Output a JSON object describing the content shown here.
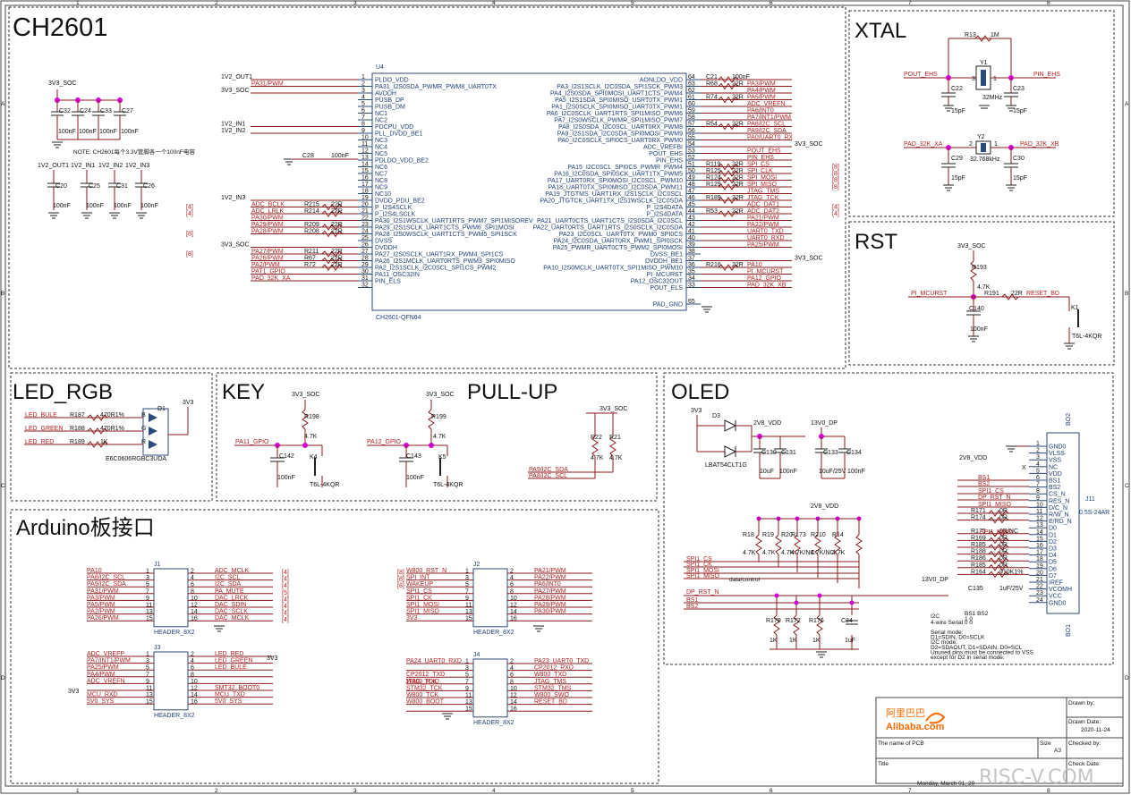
{
  "sections": {
    "ch2601": "CH2601",
    "xtal": "XTAL",
    "rst": "RST",
    "led": "LED_RGB",
    "key": "KEY",
    "pullup": "PULL-UP",
    "oled": "OLED",
    "arduino": "Arduino板接口"
  },
  "u4": {
    "ref": "U4",
    "part": "CH2601-QFN64",
    "left_pins": [
      {
        "n": "1",
        "name": "PLDO_VDD"
      },
      {
        "n": "2",
        "name": "PA31_I2S0SDA_PWMR_PWM8_UART0TX"
      },
      {
        "n": "3",
        "name": "AVDDH"
      },
      {
        "n": "4",
        "name": "PUSB_DP"
      },
      {
        "n": "5",
        "name": "PUSB_DM"
      },
      {
        "n": "6",
        "name": "NC1"
      },
      {
        "n": "7",
        "name": "NC2"
      },
      {
        "n": "8",
        "name": "PDCPU_VDD"
      },
      {
        "n": "9",
        "name": "PLL_DVDD_BE1"
      },
      {
        "n": "10",
        "name": "NC3"
      },
      {
        "n": "11",
        "name": "NC4"
      },
      {
        "n": "12",
        "name": "NC5"
      },
      {
        "n": "13",
        "name": "PDLDO_VDD_BE2"
      },
      {
        "n": "14",
        "name": "NC6"
      },
      {
        "n": "15",
        "name": "NC7"
      },
      {
        "n": "16",
        "name": "NC8"
      },
      {
        "n": "17",
        "name": "NC9"
      },
      {
        "n": "18",
        "name": "NC10"
      },
      {
        "n": "19",
        "name": "DVDD_PDU_BE2"
      },
      {
        "n": "20",
        "name": "P_I2S4SCLK"
      },
      {
        "n": "21",
        "name": "P_I2S4LSCLK"
      },
      {
        "n": "22",
        "name": "PA30_I2S1WSCLK_UART1RTS_PWM7_SPI1MISOREV"
      },
      {
        "n": "23",
        "name": "PA29_I2S1SCLK_UART1CTS_PWM6_SPI1MOSI"
      },
      {
        "n": "24",
        "name": "PA28_I2S0WSCLK_UART1CTS_PWM5_SPI1SCK"
      },
      {
        "n": "25",
        "name": "DVSS"
      },
      {
        "n": "26",
        "name": "DVDDH"
      },
      {
        "n": "27",
        "name": "PA27_I2S0SCLK_UART1RX_PWM4_SPI1CS"
      },
      {
        "n": "28",
        "name": "PA26_I2S1MCLK_UART0RTS_PWM3_SPI0MISO"
      },
      {
        "n": "29",
        "name": "PA2_I2S1SCLK_I2C0SCL_SPI1CS_PWM2"
      },
      {
        "n": "30",
        "name": "PA11_OSC32IN"
      },
      {
        "n": "31",
        "name": "PIN_ELS"
      },
      {
        "n": "32",
        "name": ""
      }
    ],
    "right_pins": [
      {
        "n": "64",
        "name": "AONLDO_VDD"
      },
      {
        "n": "63",
        "name": "PA3_I2S1SCLK_I2C0SDA_SPI1SCK_PWM3"
      },
      {
        "n": "62",
        "name": "PA4_I2S0SDA_SPI0MOSI_UART1CTS_PWM4"
      },
      {
        "n": "61",
        "name": "PA5_I2S1SDA_SPI0MISO_USRT0TX_PWM1"
      },
      {
        "n": "60",
        "name": "PA1_I2S0SCLK_SPI0MISO_UART0TX_PWM1"
      },
      {
        "n": "59",
        "name": "PA6_I2C0SCLK_UART1RTS_SPI1MISO_PWM6"
      },
      {
        "n": "58",
        "name": "PA7_I2S0WSCLK_PWMR_SPI1MISO_PWM7"
      },
      {
        "n": "57",
        "name": "PA8_I2S0SDA_I2C0SCL_UART0RX_PWM8"
      },
      {
        "n": "56",
        "name": "PA9_I2S1SDA_I2C0SDA_SPI0MOSI_PWM9"
      },
      {
        "n": "55",
        "name": "PA0_I2C0SCLK_SPI0CS_UART0RX_PWM0"
      },
      {
        "n": "54",
        "name": "ADC_VREFBI"
      },
      {
        "n": "53",
        "name": "POUT_EHS"
      },
      {
        "n": "52",
        "name": "PIN_EHS"
      },
      {
        "n": "51",
        "name": "PA15_I2C0SCL_SPI0CS_PWMR_PWM4"
      },
      {
        "n": "50",
        "name": "PA16_I2C0SDA_SPI0SCK_UART1TX_PWM5"
      },
      {
        "n": "49",
        "name": "PA17_UART0RX_SPI0MOSI_I2C0SCL_PWM10"
      },
      {
        "n": "48",
        "name": "PA18_UART0TX_SPI0MISO_I2C0SDA_PWM11"
      },
      {
        "n": "47",
        "name": "PA19_JTGTMS_UART1RX_I2S1SCLK_I2C0SCL"
      },
      {
        "n": "46",
        "name": "PA20_JTGTCK_UART1TX_I2S1WSCLK_I2C0SDA"
      },
      {
        "n": "45",
        "name": "P_I2S4DATA"
      },
      {
        "n": "44",
        "name": "P_I2S4DATA"
      },
      {
        "n": "43",
        "name": "PA21_UART0CTS_UART1CTS_I2S0SDA_I2C0SCL"
      },
      {
        "n": "42",
        "name": "PA22_UART0RTS_UART1RTS_I2S0SCLK_I2C0SDA"
      },
      {
        "n": "41",
        "name": "PA23_I2C0SCL_UART0TX_PWM0_SPI0CS"
      },
      {
        "n": "40",
        "name": "PA24_I2C0SDA_UART0RX_PWM1_SPI0SCK"
      },
      {
        "n": "39",
        "name": "PA25_PWMR_UART0CTS_PWM2_SPI0MOSI"
      },
      {
        "n": "38",
        "name": "DVSS_BE1"
      },
      {
        "n": "37",
        "name": "DVDDH_BE1"
      },
      {
        "n": "36",
        "name": "PA10_I2S0MCLK_UART0TX_SPI1MISO_PWM10"
      },
      {
        "n": "35",
        "name": "PI_MCURST"
      },
      {
        "n": "34",
        "name": "PA12_OSC32OUT"
      },
      {
        "n": "33",
        "name": "POUT_ELS"
      },
      {
        "n": "65",
        "name": "PAD_GND"
      }
    ],
    "left_nets": [
      {
        "pin": "1",
        "net": "1V2_OUT1"
      },
      {
        "pin": "2",
        "net": "PA31/PWM"
      },
      {
        "pin": "3",
        "net": "3V3_SOC"
      },
      {
        "pin": "8",
        "net": "1V2_IN1"
      },
      {
        "pin": "9",
        "net": "1V2_IN2"
      },
      {
        "pin": "19",
        "net": "1V2_IN3"
      },
      {
        "pin": "20",
        "net": "ADC_BCLK",
        "ref": "R215",
        "val": "22R",
        "sheet": "[4]"
      },
      {
        "pin": "21",
        "net": "ADC_LRLK",
        "ref": "R214",
        "val": "22R",
        "sheet": "[4]"
      },
      {
        "pin": "22",
        "net": "PA30/PWM"
      },
      {
        "pin": "23",
        "net": "PA29/PWM",
        "ref": "R209",
        "val": "22R"
      },
      {
        "pin": "24",
        "net": "PA28/PWM",
        "ref": "R208",
        "val": "22R",
        "sheet": "[8]"
      },
      {
        "pin": "26",
        "net": "3V3_SOC"
      },
      {
        "pin": "27",
        "net": "PA27/PWM",
        "ref": "R211",
        "val": "22R",
        "sheet": "[8]"
      },
      {
        "pin": "28",
        "net": "PA26/PWM",
        "ref": "R67",
        "val": "22R"
      },
      {
        "pin": "29",
        "net": "PA2/PWM",
        "ref": "R72",
        "val": "22R"
      },
      {
        "pin": "30",
        "net": "PAT1_GPIO"
      },
      {
        "pin": "31",
        "net": "PAD_32K_XA"
      }
    ],
    "right_nets": [
      {
        "pin": "64",
        "ref": "C21",
        "val": "100nF"
      },
      {
        "pin": "63",
        "net": "PA3/PWM",
        "ref": "R68",
        "val": "22R"
      },
      {
        "pin": "62",
        "net": "PA4/PWM"
      },
      {
        "pin": "61",
        "net": "PA5/PWM",
        "ref": "R74",
        "val": "22R"
      },
      {
        "pin": "60",
        "net": "ADC_VREFN"
      },
      {
        "pin": "59",
        "net": "PA6/INT0"
      },
      {
        "pin": "58",
        "net": "PA7/INT1/PWM"
      },
      {
        "pin": "57",
        "net": "PA8/I2C_SCL",
        "ref": "R54",
        "val": "22R"
      },
      {
        "pin": "56",
        "net": "PA9/I2C_SDA"
      },
      {
        "pin": "55",
        "net": "PA0/UART0_RX"
      },
      {
        "pin": "54",
        "net": "3V3_SOC"
      },
      {
        "pin": "53",
        "net": "POUT_EHS"
      },
      {
        "pin": "52",
        "net": "PIN_EHS"
      },
      {
        "pin": "51",
        "net": "SPI_CS",
        "ref": "R119",
        "val": "22R",
        "sheet": "[8]"
      },
      {
        "pin": "50",
        "net": "SPI_CLK",
        "ref": "R125",
        "val": "22R",
        "sheet": "[8]"
      },
      {
        "pin": "49",
        "net": "SPI_MOSI",
        "ref": "R124",
        "val": "22R",
        "sheet": "[8]"
      },
      {
        "pin": "48",
        "net": "SPI_MISO",
        "ref": "R129",
        "val": "22R",
        "sheet": "[8]"
      },
      {
        "pin": "47",
        "net": "JTAG_TMS"
      },
      {
        "pin": "46",
        "net": "JTAG_TCK",
        "ref": "R189",
        "val": "22R"
      },
      {
        "pin": "45",
        "net": "ADC_DAT1",
        "sheet": "[4]"
      },
      {
        "pin": "44",
        "net": "ADC_DAT2",
        "ref": "R53",
        "val": "22R",
        "sheet": "[4]"
      },
      {
        "pin": "43",
        "net": "PA21/PWM"
      },
      {
        "pin": "42",
        "net": "PA22/PWM"
      },
      {
        "pin": "41",
        "net": "UART0_TXD"
      },
      {
        "pin": "40",
        "net": "UART0_RXD"
      },
      {
        "pin": "39",
        "net": "PA25/PWM"
      },
      {
        "pin": "37",
        "net": "3V3_SOC"
      },
      {
        "pin": "36",
        "net": "PA10",
        "ref": "R216",
        "val": "22R"
      },
      {
        "pin": "35",
        "net": "PI_MCURST"
      },
      {
        "pin": "34",
        "net": "PA12_GPIO"
      },
      {
        "pin": "33",
        "net": "PAD_32K_XB"
      }
    ],
    "c28": {
      "ref": "C28",
      "val": "100nF"
    }
  },
  "decoupling": {
    "top_net": "3V3_SOC",
    "caps": [
      {
        "ref": "C32",
        "val": "100nF"
      },
      {
        "ref": "C24",
        "val": "100nF"
      },
      {
        "ref": "C33",
        "val": "100nF"
      },
      {
        "ref": "C27",
        "val": "100nF"
      }
    ],
    "note": "NOTE: CH2601每个3.3V管脚各一个100nF电容",
    "bottom": [
      {
        "net": "1V2_OUT1",
        "ref": "C20",
        "val": "100nF"
      },
      {
        "net": "1V2_IN1",
        "ref": "C25",
        "val": "100nF"
      },
      {
        "net": "1V2_IN2",
        "ref": "C31",
        "val": "100nF"
      },
      {
        "net": "1V2_IN3",
        "ref": "C26",
        "val": "100nF"
      }
    ]
  },
  "xtal": {
    "r13": "R13",
    "r13_val": "1M",
    "y1": "Y1",
    "y1_val": "32MHz",
    "c22": "C22",
    "c22_val": "15pF",
    "c23": "C23",
    "c23_val": "15pF",
    "pout": "POUT_EHS",
    "pin": "PIN_EHS",
    "y2": "Y2",
    "y2_val": "32.768kHz",
    "c29": "C29",
    "c29_val": "15pF",
    "c30": "C30",
    "c30_val": "15pF",
    "pad_a": "PAD_32K_XA",
    "pad_b": "PAD_32K_XB"
  },
  "rst": {
    "net": "3V3_SOC",
    "r193": "R193",
    "r193_val": "4.7K",
    "r191": "R191",
    "r191_val": "22R",
    "c140": "C140",
    "c140_val": "100nF",
    "k1": "K1",
    "k1_val": "T6L-4KQR",
    "mcu": "PI_MCURST",
    "reset": "RESET_BD"
  },
  "led": {
    "rows": [
      {
        "net": "LED_BULE",
        "ref": "R187",
        "val": "470R1%",
        "pin": "B"
      },
      {
        "net": "LED_GREEN",
        "ref": "R188",
        "val": "470R1%",
        "pin": "G"
      },
      {
        "net": "LED_RED",
        "ref": "R189",
        "val": "1K",
        "pin": "R"
      }
    ],
    "d1": "D1",
    "part": "E6C0606RGBC3UDA",
    "vcc": "3V3"
  },
  "key": {
    "net": "3V3_SOC",
    "r198": "R198",
    "r198_val": "4.7K",
    "gpio": "PA11_GPIO",
    "c142": "C142",
    "c142_val": "100nF",
    "k4": "K4",
    "k4_val": "T6L-4KQR"
  },
  "key2": {
    "net": "3V3_SOC",
    "r199": "R199",
    "r199_val": "4.7K",
    "gpio": "PA12_GPIO",
    "c143": "C143",
    "c143_val": "100nF",
    "k5": "K5",
    "k5_val": "T6L-4KQR"
  },
  "pullup": {
    "net": "3V3_SOC",
    "r22": "R22",
    "r22_val": "4.7K",
    "r21": "R21",
    "r21_val": "4.7K",
    "sda": "PA9/I2C_SDA",
    "scl": "PA8/I2C_SCL"
  },
  "oled": {
    "vcc": "3V3",
    "d3": "D3",
    "d3_part": "LBAT54CLT1G",
    "v28": "2V8_VDD",
    "v13": "13V0_DP",
    "c130": "C130",
    "c130_val": "10uF",
    "c131": "C131",
    "c131_val": "100nF",
    "c133": "C133",
    "c133_val": "10uF/25V",
    "c134": "C134",
    "c134_val": "100nF",
    "v28b": "2V8_VDD",
    "res_top": [
      {
        "ref": "R18",
        "val": "4.7K"
      },
      {
        "ref": "R19",
        "val": "4.7K"
      },
      {
        "ref": "R20",
        "val": "4.7K"
      },
      {
        "ref": "R173",
        "val": "4.7K/NC"
      },
      {
        "ref": "R210",
        "val": "4.7K/NC"
      },
      {
        "ref": "R14",
        "val": "4.7K"
      }
    ],
    "spi_nets": [
      "SPI1_CS",
      "SPI1_CK",
      "SPI1_MOSI",
      "SPI1_MISO"
    ],
    "dc_ctrl": "data/control",
    "dp_rst": "DP_RST_N",
    "bs": [
      "BS1",
      "BS2"
    ],
    "res_bot": [
      {
        "ref": "R179",
        "val": "1K"
      },
      {
        "ref": "R172",
        "val": "1K"
      },
      {
        "ref": "R176",
        "val": "1K"
      },
      {
        "ref": "C34",
        "val": "1uF"
      }
    ],
    "j11": "J11",
    "j11_part": "0.5S-24AR",
    "j11_pins": [
      {
        "n": "1",
        "name": "GND0"
      },
      {
        "n": "2",
        "name": "VLSS"
      },
      {
        "n": "3",
        "name": "VSS"
      },
      {
        "n": "4",
        "name": "NC"
      },
      {
        "n": "5",
        "name": "VDD"
      },
      {
        "n": "6",
        "name": "BS1"
      },
      {
        "n": "7",
        "name": "BS2"
      },
      {
        "n": "8",
        "name": "CS_N"
      },
      {
        "n": "9",
        "name": "RES_N"
      },
      {
        "n": "10",
        "name": "D/C_N"
      },
      {
        "n": "11",
        "name": "R/W_N"
      },
      {
        "n": "12",
        "name": "E/RD_N"
      },
      {
        "n": "13",
        "name": "D0"
      },
      {
        "n": "14",
        "name": "D1"
      },
      {
        "n": "15",
        "name": "D2"
      },
      {
        "n": "16",
        "name": "D3"
      },
      {
        "n": "17",
        "name": "D4"
      },
      {
        "n": "18",
        "name": "D5"
      },
      {
        "n": "19",
        "name": "D6"
      },
      {
        "n": "20",
        "name": "D7"
      },
      {
        "n": "21",
        "name": "IREF"
      },
      {
        "n": "22",
        "name": "VCOMH"
      },
      {
        "n": "23",
        "name": "VCC"
      },
      {
        "n": "24",
        "name": "GND0"
      }
    ],
    "left_nets": [
      "BS1",
      "BS2",
      "SPI1_CS",
      "DP_RST_N",
      "SPI1_MISO",
      "",
      "",
      "",
      "SPI1_MOSI",
      "",
      "",
      "",
      "",
      "",
      "",
      "",
      ""
    ],
    "r_refs": [
      "R171",
      "R174",
      "",
      "R175",
      "R169",
      "R185",
      "R188",
      "R186",
      "R185",
      "R164"
    ],
    "r_vals": [
      "0R",
      "0R",
      "",
      "0R/NC",
      "0R",
      "0R",
      "0R",
      "0R",
      "0R",
      "910K1%"
    ],
    "c135": "C135",
    "c135_val": "1uF/25V",
    "v13b": "13V0_DP",
    "x_mark": "X",
    "v28c": "2V8_VDD",
    "notes": [
      "BS1 BS2",
      "   1   0",
      "I2C",
      "4-wire Serial   0   0"
    ],
    "serial_notes": [
      "Serial mode:",
      "D1=SDIN, D0=SCLK",
      "I2C mode:",
      "D2=SDAOUT, D1=SDAIN, D0=SCL",
      "Unused pins must be connected to VSS",
      "except for D2 in serial mode."
    ],
    "bo": [
      "BO2",
      "BO1"
    ]
  },
  "headers": {
    "j1": {
      "ref": "J1",
      "part": "HEADER_8X2",
      "left": [
        "PA10",
        "PA8/I2C_SCL",
        "PA9/I2C_SDA",
        "PA31/PWM",
        "PA3/PWM",
        "PA5/PWM",
        "PA2/PWM",
        "PA26/PWM"
      ],
      "left_pins": [
        "1",
        "3",
        "5",
        "7",
        "9",
        "11",
        "13",
        "15"
      ],
      "right_pins": [
        "2",
        "4",
        "6",
        "8",
        "10",
        "12",
        "14",
        "16"
      ],
      "right": [
        "ADC_MCLK",
        "I2C_SCL",
        "I2C_SDA",
        "PA_MUTE",
        "DAC_LRCK",
        "DAC_SDIN",
        "DAC_SCLK",
        "DAC_MCLK"
      ],
      "right_sheets": [
        "[4]",
        "[4]",
        "[4]",
        "[5]",
        "[4]",
        "[4]",
        "[4]",
        "[4]"
      ]
    },
    "j2": {
      "ref": "J2",
      "part": "HEADER_8X2",
      "left": [
        "W800_RST_N",
        "SPI_INT",
        "WAKEUP",
        "SPI1_CS",
        "SPI1_CK",
        "SPI1_MOSI",
        "SPI1_MISO",
        "3V3"
      ],
      "left_sheets": [
        "[8]",
        "[8]",
        "[8]",
        "",
        "",
        "",
        "",
        ""
      ],
      "left_pins": [
        "1",
        "3",
        "5",
        "7",
        "9",
        "11",
        "13",
        "15"
      ],
      "right_pins": [
        "2",
        "4",
        "6",
        "8",
        "10",
        "12",
        "14",
        "16"
      ],
      "right": [
        "PA21/PWM",
        "PA22/PWM",
        "PA6/INT0",
        "PA27/PWM",
        "PA28/PWM",
        "PA29/PWM",
        "PA30/PWM",
        ""
      ]
    },
    "j3": {
      "ref": "J3",
      "part": "HEADER_8X2",
      "left": [
        "ADC_VREFP",
        "PA7/INT1/PWM",
        "PA25/PWM",
        "PA4/PWM",
        "ADC_VREFN",
        "",
        "MCU_RXD",
        "5V0_SYS"
      ],
      "left_pins": [
        "1",
        "3",
        "5",
        "7",
        "9",
        "11",
        "13",
        "15"
      ],
      "right_pins": [
        "2",
        "4",
        "6",
        "8",
        "10",
        "12",
        "14",
        "16"
      ],
      "right": [
        "LED_RED",
        "LED_GREEN",
        "LED_BULE",
        "",
        "",
        "SMT32_BOOT0",
        "MCU_TXD",
        "5V0_SYS"
      ],
      "vcc": "3V3",
      "v3v3": "3V3"
    },
    "j4": {
      "ref": "J4",
      "part": "HEADER_8X2",
      "left": [
        "PA24_UART0_RXD",
        "",
        "CP2012_TXD",
        "W800_RXD",
        "STM32_TCK",
        "W800_TCK",
        "W800_BOOT",
        ""
      ],
      "left_pins": [
        "1",
        "3",
        "5",
        "7",
        "9",
        "11",
        "13",
        "15"
      ],
      "right_pins": [
        "2",
        "4",
        "6",
        "8",
        "10",
        "12",
        "14",
        "16"
      ],
      "right": [
        "PA23_UART0_TXD",
        "CP2012_RXD",
        "W800_TXD",
        "JTAG_TMS",
        "STM32_TMS",
        "W800_SWO",
        "RESET_BD",
        ""
      ],
      "jtag_tck": "JTAG_TCK"
    }
  },
  "title_block": {
    "logo_cn": "阿里巴巴",
    "logo_en": "Alibaba.com",
    "drawn_by": "Drawn by:",
    "drawn_date_label": "Drawn Date:",
    "drawn_date": "2020-11-24",
    "name_pcb": "The name of PCB",
    "size_label": "Size",
    "size": "A3",
    "checked_by": "Checked by:",
    "title_label": "Title",
    "check_date": "Check Date:",
    "date": "Monday, March 01, 20"
  },
  "watermark": "RISC-V.COM",
  "grid_nums": [
    "1",
    "2",
    "3",
    "4",
    "5",
    "6",
    "7",
    "8"
  ],
  "grid_letters": [
    "A",
    "B",
    "C",
    "D"
  ]
}
